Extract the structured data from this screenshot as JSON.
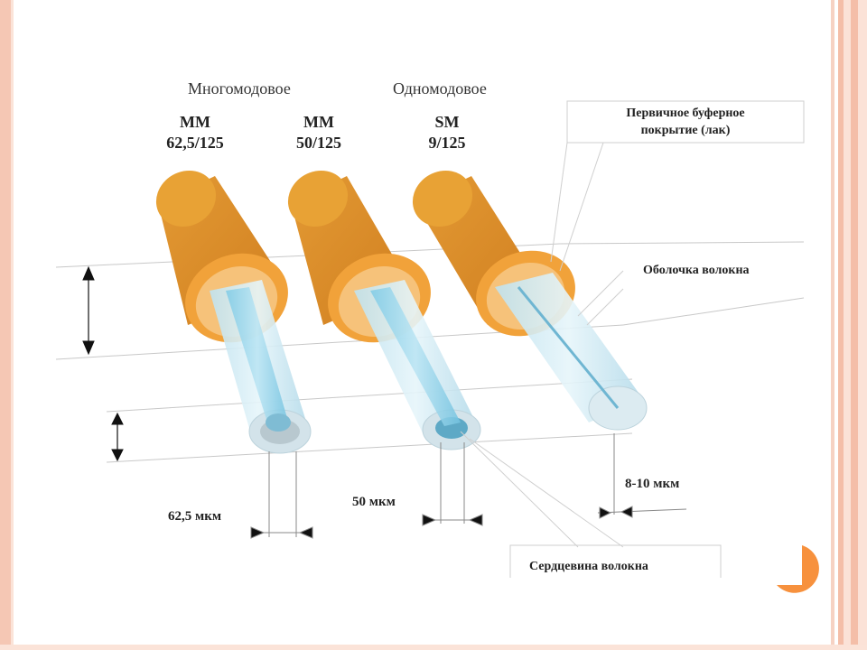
{
  "groups": {
    "multimode": "Многомодовое",
    "singlemode": "Одномодовое"
  },
  "fibers": [
    {
      "line1": "MM",
      "line2": "62,5/125"
    },
    {
      "line1": "MM",
      "line2": "50/125"
    },
    {
      "line1": "SM",
      "line2": "9/125"
    }
  ],
  "callouts": {
    "buffer_line1": "Первичное буферное",
    "buffer_line2": "покрытие (лак)",
    "cladding": "Оболочка волокна",
    "core": "Сердцевина волокна"
  },
  "dimensions": {
    "d1": "62,5 мкм",
    "d2": "50 мкм",
    "d3": "8-10 мкм"
  },
  "colors": {
    "coating": "#e89a2a",
    "coating_dark": "#c9781a",
    "cladding": "#cfe9f3",
    "core": "#8fd0ea",
    "accent": "#f7913d"
  }
}
